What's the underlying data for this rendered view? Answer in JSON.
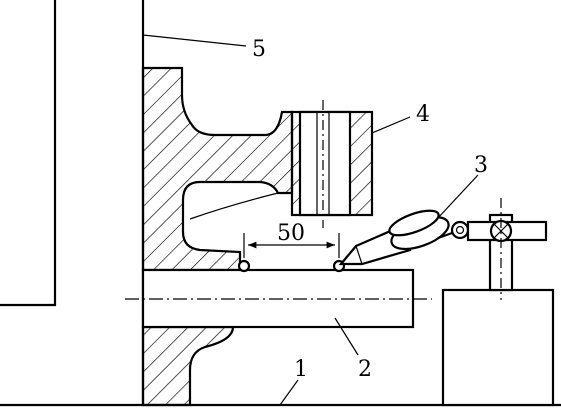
{
  "figure": {
    "callouts": {
      "c1": "1",
      "c2": "2",
      "c3": "3",
      "c4": "4",
      "c5": "5"
    },
    "dimension_text": "50"
  }
}
